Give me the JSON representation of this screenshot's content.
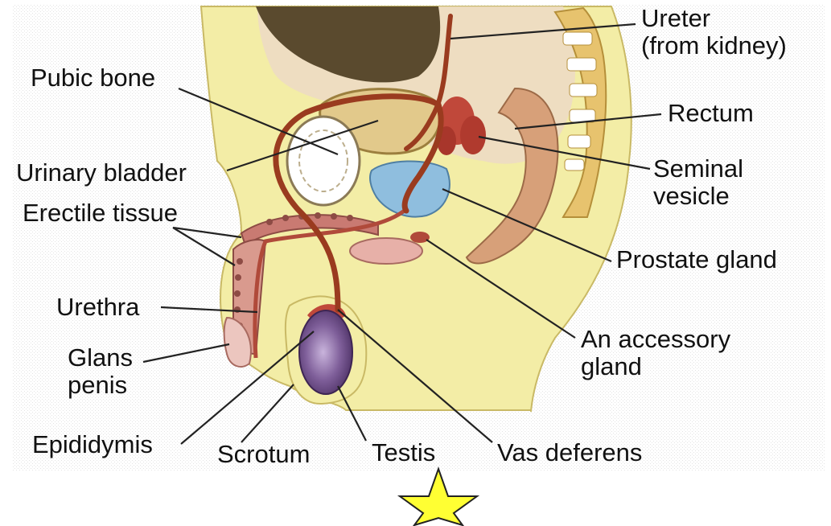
{
  "diagram": {
    "labels": {
      "ureter": [
        "Ureter",
        "(from kidney)"
      ],
      "pubic_bone": "Pubic bone",
      "rectum": "Rectum",
      "urinary_bladder": "Urinary bladder",
      "seminal_vesicle": [
        "Seminal",
        "vesicle"
      ],
      "erectile_tissue": "Erectile tissue",
      "prostate_gland": "Prostate gland",
      "urethra": "Urethra",
      "an_accessory_gland": [
        "An accessory",
        "gland"
      ],
      "glans_penis": [
        "Glans",
        "penis"
      ],
      "epididymis": "Epididymis",
      "scrotum": "Scrotum",
      "testis": "Testis",
      "vas_deferens": "Vas deferens"
    },
    "colors": {
      "skin": "#f3eda6",
      "tissue": "#ecd9c6",
      "dark_organ": "#5a4a2e",
      "bladder": "#e2c98b",
      "vas_deferens": "#9a3b1f",
      "rectum": "#c0483a",
      "prostate": "#8fbede",
      "spine": "#e7c36e",
      "erectile": "#c97a72",
      "testis": "#6d4d87",
      "leader_line": "#222222",
      "star": "#ffff33"
    },
    "star_icon": "star-icon"
  }
}
